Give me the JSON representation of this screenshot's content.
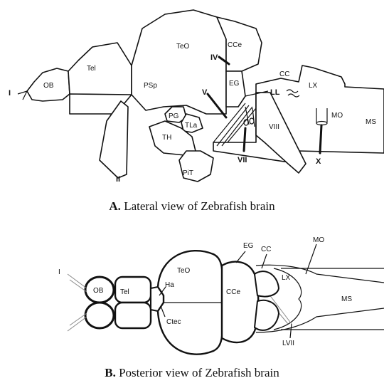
{
  "lateral": {
    "caption_letter": "A.",
    "caption_text": "Lateral view of Zebrafish brain",
    "labels": {
      "I": "I",
      "OB": "OB",
      "Tel": "Tel",
      "PSp": "PSp",
      "TeO": "TeO",
      "CCe": "CCe",
      "IV": "IV",
      "EG": "EG",
      "CC": "CC",
      "LX": "LX",
      "V": "V",
      "LL": "LL",
      "PG": "PG",
      "TLa": "TLa",
      "TH": "TH",
      "VIII": "VIII",
      "MO": "MO",
      "MS": "MS",
      "II": "II",
      "PIT": "PiT",
      "VII": "VII",
      "X": "X"
    }
  },
  "posterior": {
    "caption_letter": "B.",
    "caption_text": "Posterior view of Zebrafish brain",
    "labels": {
      "I": "I",
      "OB": "OB",
      "Tel": "Tel",
      "Ha": "Ha",
      "Ctec": "Ctec",
      "TeO": "TeO",
      "EG": "EG",
      "CC": "CC",
      "CCe": "CCe",
      "LX": "LX",
      "MO": "MO",
      "MS": "MS",
      "LVII": "LVII"
    }
  }
}
